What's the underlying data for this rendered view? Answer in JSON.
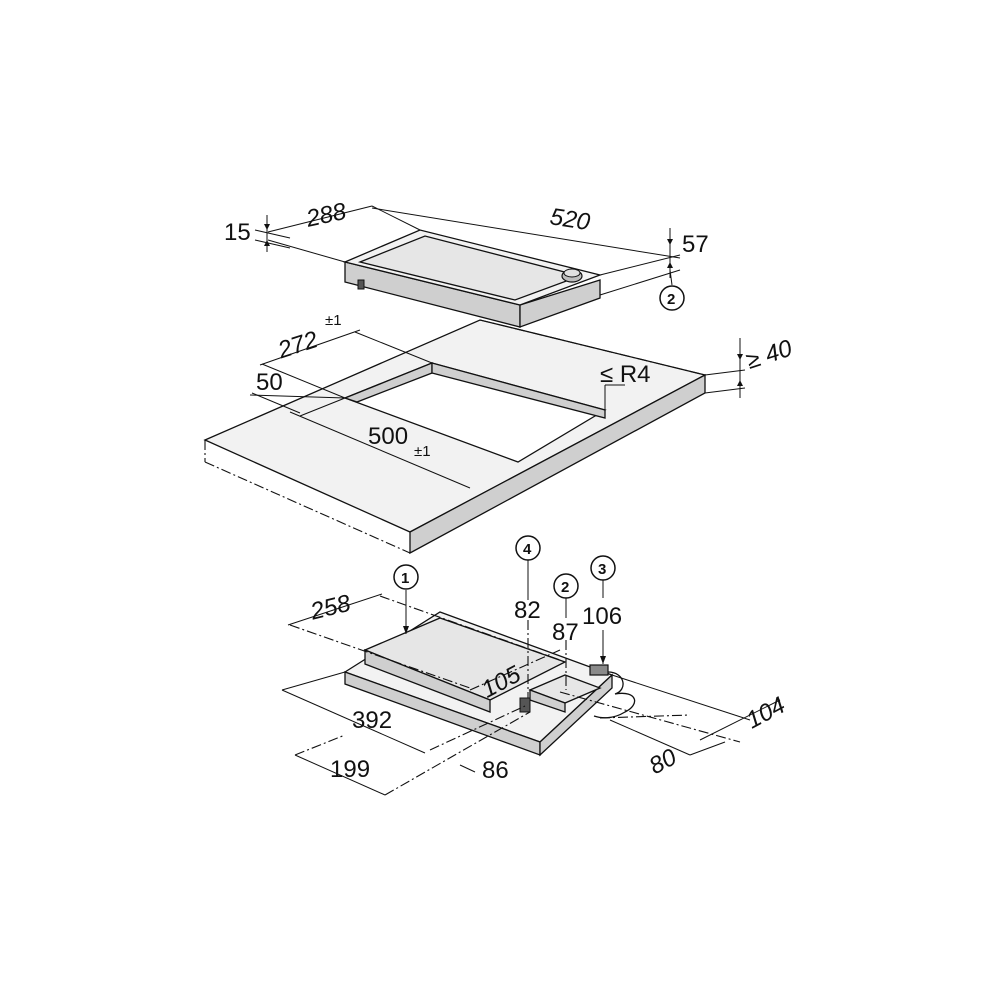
{
  "appliance": {
    "width": "288",
    "depth": "520",
    "frame": "15",
    "height": "57",
    "callout": "2"
  },
  "cutout": {
    "width": "272",
    "width_tol": "±1",
    "depth": "500",
    "depth_tol": "±1",
    "edge": "50",
    "radius": "≤ R4",
    "worktop": "≥ 40"
  },
  "underside": {
    "width": "258",
    "length": "392",
    "offset": "199",
    "d105": "105",
    "d86": "86",
    "d80": "80",
    "d104": "104",
    "d82": "82",
    "d87": "87",
    "d106": "106",
    "callouts": [
      "1",
      "4",
      "2",
      "3"
    ]
  }
}
